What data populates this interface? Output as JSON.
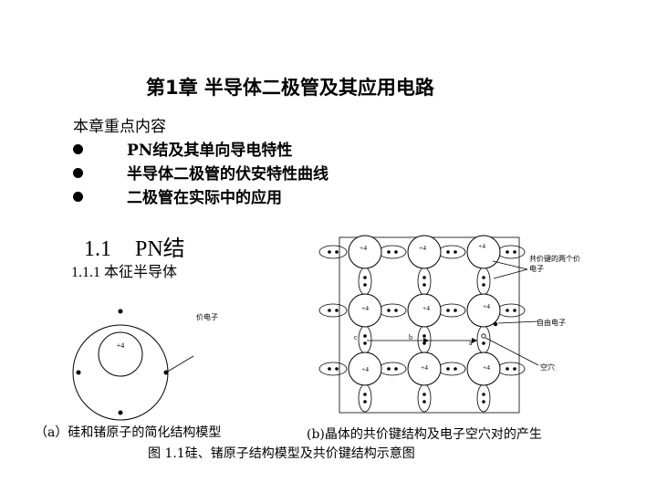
{
  "chapter_title": "第1章   半导体二极管及其应用电路",
  "key_points": {
    "heading": "本章重点内容",
    "items": [
      "PN结及其单向导电特性",
      "半导体二极管的伏安特性曲线",
      "二极管在实际中的应用"
    ]
  },
  "section": {
    "number": "1.1",
    "title": "PN结"
  },
  "subsection": "1.1.1 本征半导体",
  "figure_a": {
    "core_label": "+4",
    "electron_label": "价电子",
    "caption": "（a）硅和锗原子的简化结构模型"
  },
  "figure_b": {
    "atom_label": "+4",
    "callouts": {
      "covalent": "共价键的两个价电子",
      "free_electron": "自由电子",
      "hole": "空穴"
    },
    "motion_labels": {
      "a": "a",
      "b": "b",
      "c": "c"
    },
    "caption": "(b)晶体的共价键结构及电子空穴对的产生"
  },
  "figure_caption": "图   1.1硅、锗原子结构模型及共价键结构示意图"
}
